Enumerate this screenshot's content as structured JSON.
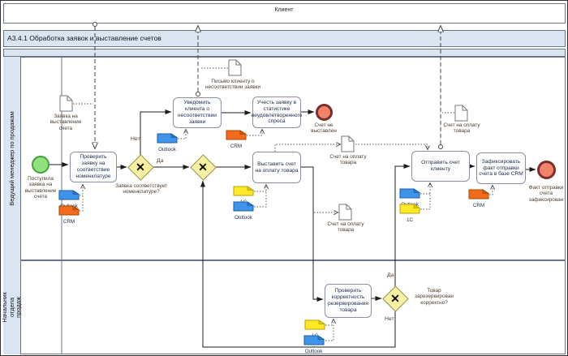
{
  "pool": {
    "label": "Клиент"
  },
  "process": {
    "title": "A3.4.1 Обработка заявок и выставление счетов"
  },
  "lanes": {
    "manager": "Ведущий менеджер по продажам",
    "head": "Начальник отдела продаж"
  },
  "events": {
    "start": "Поступила заявка на выставление счета",
    "end_not_issued": "Счет не выставлен",
    "end_fact_fixed": "Факт отправки счета зафиксирован"
  },
  "tasks": {
    "check_request": "Проверить заявку на соответствие номенклатуре",
    "notify_client": "Уведомить клиента о несоответствии заявки",
    "account_demand": "Учесть заявку в статистике неудовлетворенного спроса",
    "issue_invoice": "Выставить счет на оплату товара",
    "send_invoice": "Отправить счет клиенту",
    "fix_fact": "Зафиксировать факт отправки счета в базе CRM",
    "check_reservation": "Проверить корректность резервирования товара"
  },
  "gateways": {
    "x_marker": "✕",
    "request_match": {
      "question": "Заявка соответствует номенклатуре?",
      "yes": "Да",
      "no": "Нет"
    },
    "reservation_ok": {
      "question": "Товар зарезервирован корректно?",
      "yes": "Да",
      "no": "Нет"
    }
  },
  "documents": {
    "request": "Заявка на выставление счета",
    "letter": "Письмо клиенту о несоответствии заявки",
    "invoice": "Счет на оплату товара"
  },
  "apps": {
    "outlook": "Outlook",
    "crm": "CRM",
    "onec": "1С"
  },
  "colors": {
    "lane_fill": "#dbe5f1",
    "task_fill": "#fdfdfd",
    "gateway_fill": "#f7f0a2",
    "start_fill": "#8fe37c",
    "end_fill": "#f0836a",
    "end_border": "#7a2f2c",
    "outlook_blue": "#3f93e8",
    "crm_orange": "#f26a1b",
    "onec_yellow": "#ffe927"
  }
}
